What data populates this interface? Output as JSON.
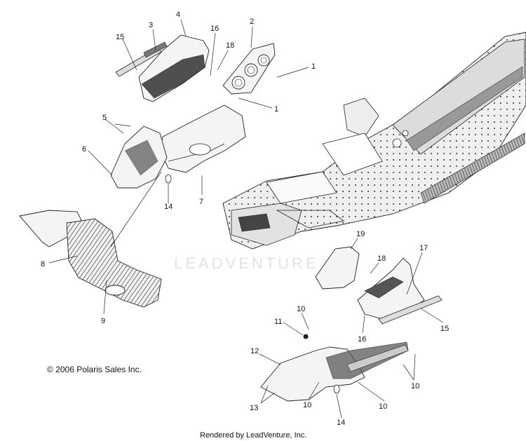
{
  "watermark": "LEADVENTURE",
  "copyright": "© 2006 Polaris Sales Inc.",
  "footer": "Rendered by LeadVenture, Inc.",
  "callouts": {
    "c1a": "1",
    "c1b": "1",
    "c2": "2",
    "c3": "3",
    "c4": "4",
    "c5": "5",
    "c6": "6",
    "c7": "7",
    "c8": "8",
    "c9": "9",
    "c10a": "10",
    "c10b": "10",
    "c10c": "10",
    "c10d": "10",
    "c11": "11",
    "c12": "12",
    "c13": "13",
    "c14a": "14",
    "c14b": "14",
    "c15a": "15",
    "c15b": "15",
    "c16a": "16",
    "c16b": "16",
    "c17": "17",
    "c18a": "18",
    "c18b": "18",
    "c19": "19"
  },
  "colors": {
    "ink": "#222222",
    "paper": "#ffffff",
    "watermark": "#e3e3e3"
  }
}
